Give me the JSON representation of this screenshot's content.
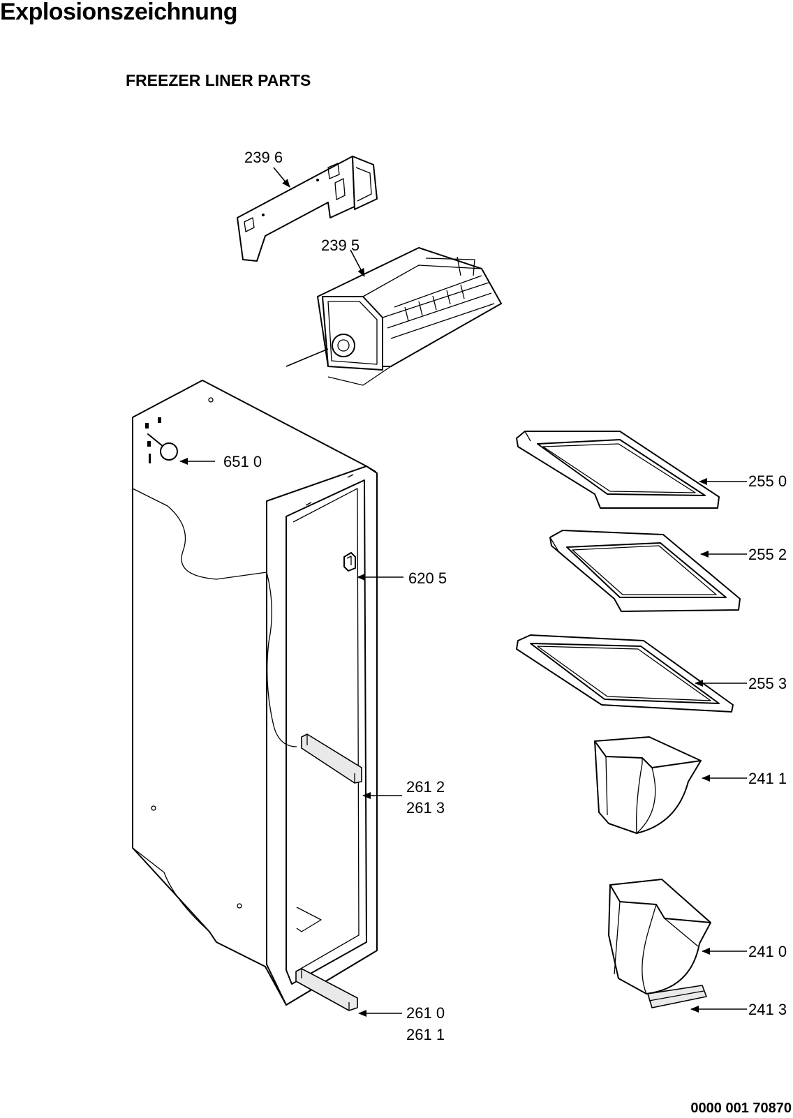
{
  "header": {
    "title": "Explosionszeichnung",
    "subtitle": "FREEZER LINER PARTS"
  },
  "footer": {
    "document_number": "0000 001 70870"
  },
  "parts": [
    {
      "id": "icemaker-bracket",
      "label": "239 6"
    },
    {
      "id": "icemaker",
      "label": "239 5"
    },
    {
      "id": "lamp",
      "label": "651 0"
    },
    {
      "id": "switch",
      "label": "620 5"
    },
    {
      "id": "shelf-top",
      "label": "255 0"
    },
    {
      "id": "shelf-mid",
      "label": "255 2"
    },
    {
      "id": "shelf-glass",
      "label": "255 3"
    },
    {
      "id": "bin-upper",
      "label": "241 1"
    },
    {
      "id": "rail-mid",
      "label": "261 2",
      "label2": "261 3"
    },
    {
      "id": "bin-lower",
      "label": "241 0"
    },
    {
      "id": "bin-trim",
      "label": "241 3"
    },
    {
      "id": "rail-bottom",
      "label": "261 0",
      "label2": "261 1"
    }
  ]
}
